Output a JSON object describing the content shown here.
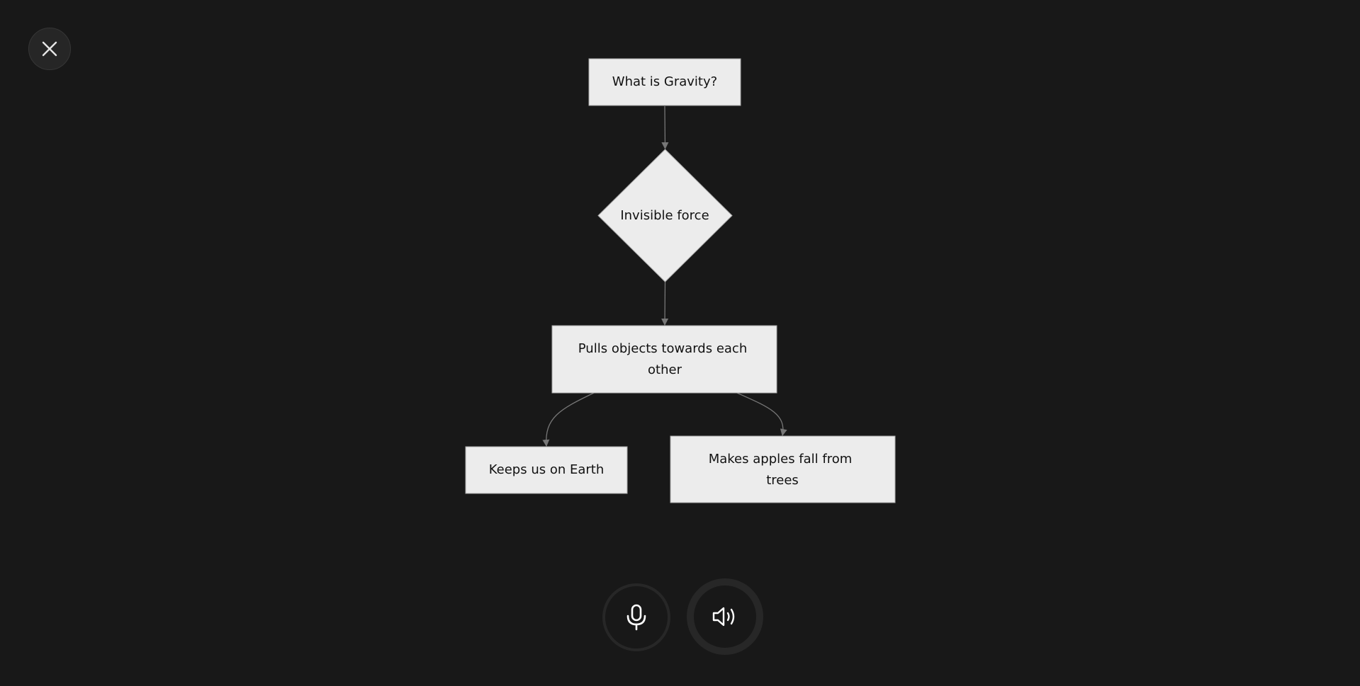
{
  "diagram": {
    "nodes": {
      "root": {
        "label": "What is Gravity?"
      },
      "decision": {
        "label": "Invisible force"
      },
      "pulls": {
        "line1": "Pulls objects towards each",
        "line2": "other"
      },
      "keeps": {
        "label": "Keeps us on Earth"
      },
      "apples": {
        "line1": "Makes apples fall from",
        "line2": "trees"
      }
    },
    "edges": [
      {
        "from": "root",
        "to": "decision"
      },
      {
        "from": "decision",
        "to": "pulls"
      },
      {
        "from": "pulls",
        "to": "keeps"
      },
      {
        "from": "pulls",
        "to": "apples"
      }
    ]
  },
  "controls": {
    "close_icon": "close-icon",
    "mic_icon": "microphone-icon",
    "speaker_icon": "speaker-icon"
  },
  "colors": {
    "background": "#181818",
    "node_fill": "#ececec",
    "edge": "#777777",
    "button_ring": "#272727"
  }
}
